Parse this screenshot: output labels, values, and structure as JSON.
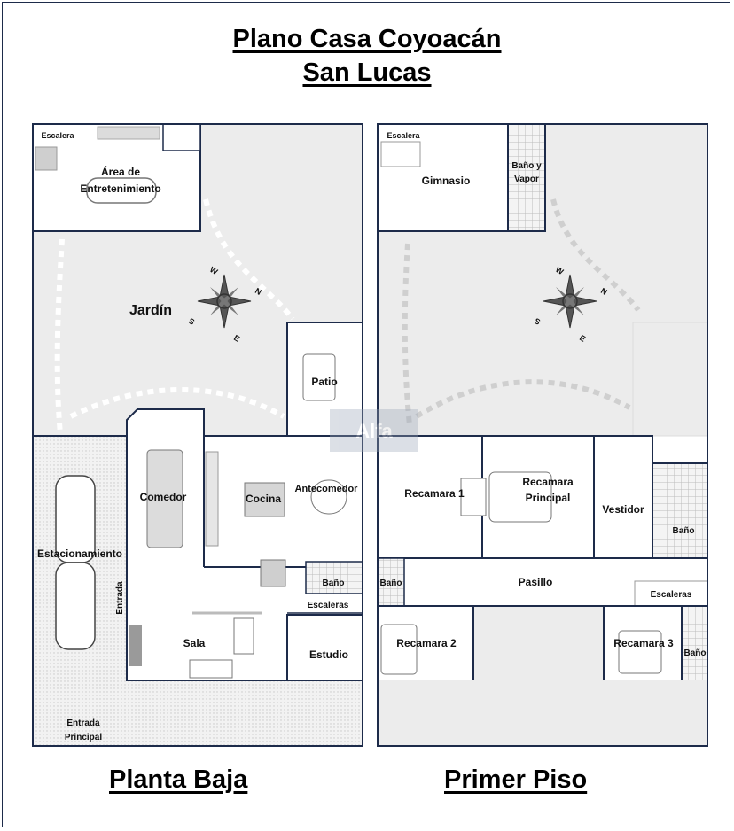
{
  "title_line1": "Plano Casa Coyoacán",
  "title_line2": "San Lucas",
  "watermark": "Alfa",
  "ground_floor": {
    "name": "Planta Baja",
    "rooms": {
      "escalera": "Escalera",
      "area_entretenimiento_1": "Área de",
      "area_entretenimiento_2": "Entretenimiento",
      "jardin": "Jardín",
      "patio": "Patio",
      "comedor": "Comedor",
      "cocina": "Cocina",
      "antecomedor": "Antecomedor",
      "estacionamiento": "Estacionamiento",
      "entrada": "Entrada",
      "bano": "Baño",
      "escaleras": "Escaleras",
      "sala": "Sala",
      "estudio": "Estudio",
      "entrada_principal_1": "Entrada",
      "entrada_principal_2": "Principal"
    }
  },
  "first_floor": {
    "name": "Primer Piso",
    "rooms": {
      "escalera": "Escalera",
      "gimnasio": "Gimnasio",
      "bano_vapor_1": "Baño y",
      "bano_vapor_2": "Vapor",
      "recamara_1": "Recamara 1",
      "recamara_principal_1": "Recamara",
      "recamara_principal_2": "Principal",
      "vestidor": "Vestidor",
      "bano_right": "Baño",
      "bano_left": "Baño",
      "pasillo": "Pasillo",
      "escaleras": "Escaleras",
      "recamara_2": "Recamara 2",
      "recamara_3": "Recamara 3",
      "bano_bottom": "Baño"
    }
  },
  "compass": {
    "n": "N",
    "s": "S",
    "e": "E",
    "w": "W"
  },
  "colors": {
    "wall": "#1d2b4a",
    "lawn": "#ececec",
    "room": "#ffffff",
    "hatch": "#d9d9d9",
    "path": "#ffffff",
    "ff_path": "#d2d2d2"
  }
}
